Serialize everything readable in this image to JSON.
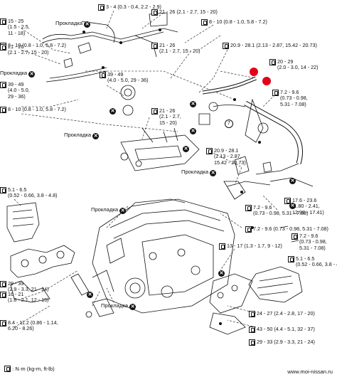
{
  "torque_labels": [
    {
      "lines": [
        "3 - 4 (0.3 - 0.4, 2.2 - 2.9)"
      ]
    },
    {
      "lines": [
        "21 - 26 (2.1 - 2.7, 15 - 20)"
      ]
    },
    {
      "lines": [
        "15 - 25",
        "(1.5 - 2.5,",
        "11 - 18)"
      ]
    },
    {
      "lines": [
        "8 - 10 (0.8 - 1.0, 5.8 - 7.2)"
      ]
    },
    {
      "lines": [
        "8 - 10 (0.8 - 1.0, 5.8 - 7.2)"
      ]
    },
    {
      "lines": [
        "21 - 26",
        "(2.1 - 2.7, 15 - 20)"
      ]
    },
    {
      "lines": [
        "20.9 - 28.1 (2.13 - 2.87, 15.42 - 20.73)"
      ]
    },
    {
      "lines": [
        "21 - 26",
        "(2.1 - 2.7, 15 - 20)"
      ]
    },
    {
      "lines": [
        "20 - 29",
        "(2.0 - 3.0, 14 - 22)"
      ]
    },
    {
      "lines": [
        "39 - 49",
        "(4.0 - 5.0, 29 - 36)"
      ]
    },
    {
      "lines": [
        "39 - 49",
        "(4.0 - 5.0,",
        "29 - 36)"
      ]
    },
    {
      "lines": [
        "7.2 - 9.6",
        "(0.73 - 0.98,",
        "5.31 - 7.08)"
      ]
    },
    {
      "lines": [
        "8 - 10 (0.8 - 1.0, 5.8 - 7.2)"
      ]
    },
    {
      "lines": [
        "21 - 26",
        "(2.1 - 2.7,",
        "15 - 20)"
      ]
    },
    {
      "lines": [
        "20.9 - 28.1",
        "(2.13 - 2.87,",
        "15.42 - 20.73)"
      ]
    },
    {
      "lines": [
        "5.1 - 6.5",
        "(0.52 - 0.66, 3.8 - 4.8)"
      ]
    },
    {
      "lines": [
        "17.6 - 23.6",
        "(1.80 - 2.41,",
        "12.98 - 17.41)"
      ]
    },
    {
      "lines": [
        "7.2 - 9.6",
        "(0.73 - 0.98, 5.31 - 7.08)"
      ]
    },
    {
      "lines": [
        "7.2 - 9.6 (0.73 - 0.98, 5.31 - 7.08)"
      ]
    },
    {
      "lines": [
        "7.2 - 9.6",
        "(0.73 - 0.98,",
        "5.31 - 7.08)"
      ]
    },
    {
      "lines": [
        "13 - 17 (1.3 - 1.7, 9 - 12)"
      ]
    },
    {
      "lines": [
        "5.1 - 6.5",
        "(0.52 - 0.66, 3.8 - 4.8)"
      ]
    },
    {
      "lines": [
        "29 - 39",
        "(2.9 - 3.3, 21 - 24)"
      ]
    },
    {
      "lines": [
        "16 - 21",
        "(1.6 - 2.1, 12 - 15)"
      ]
    },
    {
      "lines": [
        "8.4 - 11.2 (0.86 - 1.14,",
        "6.20 - 8.26)"
      ]
    },
    {
      "lines": [
        "24 - 27 (2.4 - 2.8, 17 - 20)"
      ]
    },
    {
      "lines": [
        "43 - 50 (4.4 - 5.1, 32 - 37)"
      ]
    },
    {
      "lines": [
        "29 - 33 (2.9 - 3.3, 21 - 24)"
      ]
    }
  ],
  "gasket_label": "Прокладка",
  "gasket_icon": "circled-x-icon",
  "ref_numbers": [
    "7"
  ],
  "units_note": ": N·m (kg-m, ft-lb)",
  "site": "www.moi-nissan.ru",
  "colors": {
    "highlight": "#e2001a",
    "ink": "#111111"
  }
}
